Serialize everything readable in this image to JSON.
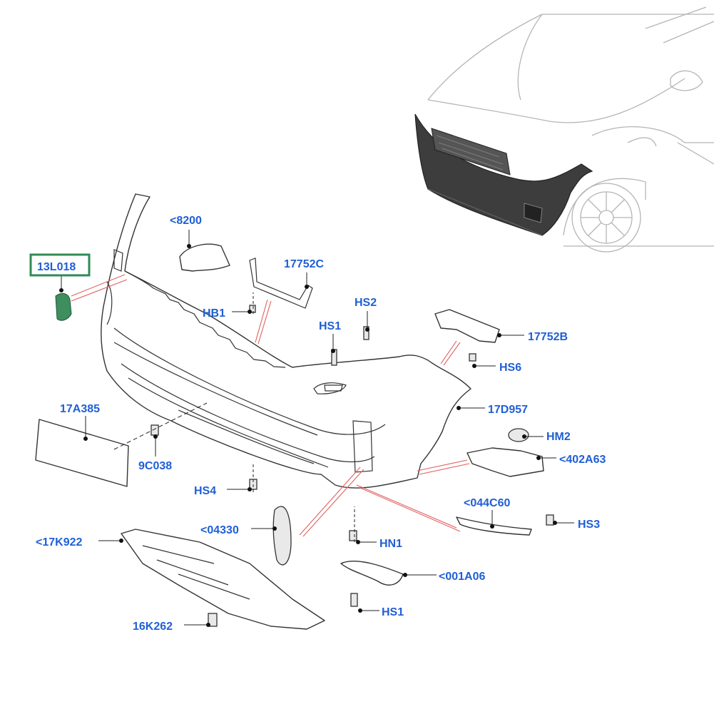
{
  "callouts": {
    "c13L018": "13L018",
    "c8200": "<8200",
    "c17752C": "17752C",
    "cHB1": "HB1",
    "cHS2": "HS2",
    "cHS1a": "HS1",
    "c17752B": "17752B",
    "cHS6": "HS6",
    "c17D957": "17D957",
    "c17A385": "17A385",
    "cHM2": "HM2",
    "c402A63": "<402A63",
    "c9C038": "9C038",
    "cHS4": "HS4",
    "c044C60": "<044C60",
    "c04330": "<04330",
    "cHS3": "HS3",
    "c17K922": "<17K922",
    "cHN1": "HN1",
    "c001A06": "<001A06",
    "cHS1b": "HS1",
    "c16K262": "16K262"
  },
  "colors": {
    "label": "#1f5fd6",
    "highlight_box": "#2e8b57",
    "highlight_part": "#2e8b57",
    "reference_lines": "#e06060"
  }
}
